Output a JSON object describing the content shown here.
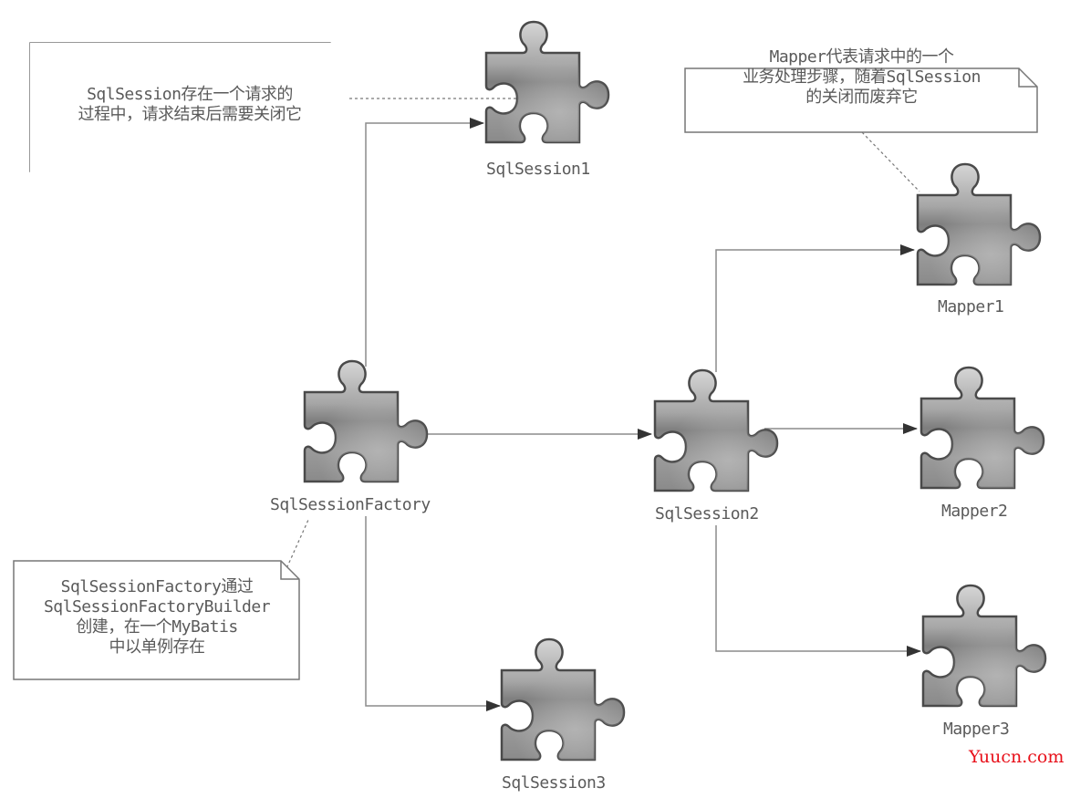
{
  "diagram": {
    "nodes": [
      {
        "id": "sqlsessionfactory",
        "label": "SqlSessionFactory"
      },
      {
        "id": "sqlsession1",
        "label": "SqlSession1"
      },
      {
        "id": "sqlsession2",
        "label": "SqlSession2"
      },
      {
        "id": "sqlsession3",
        "label": "SqlSession3"
      },
      {
        "id": "mapper1",
        "label": "Mapper1"
      },
      {
        "id": "mapper2",
        "label": "Mapper2"
      },
      {
        "id": "mapper3",
        "label": "Mapper3"
      }
    ],
    "edges": [
      {
        "from": "sqlsessionfactory",
        "to": "sqlsession1"
      },
      {
        "from": "sqlsessionfactory",
        "to": "sqlsession2"
      },
      {
        "from": "sqlsessionfactory",
        "to": "sqlsession3"
      },
      {
        "from": "sqlsession2",
        "to": "mapper1"
      },
      {
        "from": "sqlsession2",
        "to": "mapper2"
      },
      {
        "from": "sqlsession2",
        "to": "mapper3"
      }
    ],
    "notes": [
      {
        "id": "note-sqlsession",
        "attached_to": "sqlsession1",
        "lines": [
          "SqlSession存在一个请求的",
          "过程中，请求结束后需要关闭它"
        ]
      },
      {
        "id": "note-mapper",
        "attached_to": "mapper1",
        "lines": [
          "Mapper代表请求中的一个",
          "业务处理步骤，随着SqlSession",
          "的关闭而废弃它"
        ]
      },
      {
        "id": "note-factory",
        "attached_to": "sqlsessionfactory",
        "lines": [
          "SqlSessionFactory通过",
          "SqlSessionFactoryBuilder",
          "创建，在一个MyBatis",
          "中以单例存在"
        ]
      }
    ],
    "node_icon": "puzzle-piece-icon"
  },
  "watermark": "Yuucn.com",
  "colors": {
    "piece_light": "#c8c8c8",
    "piece_mid": "#8a8a8a",
    "piece_dark": "#6a6a6a",
    "piece_outline": "#4a4a4a",
    "line": "#8c8c8c",
    "arrow": "#333333",
    "note_border": "#777777",
    "text": "#5a5a5a",
    "watermark": "#e8101a"
  }
}
